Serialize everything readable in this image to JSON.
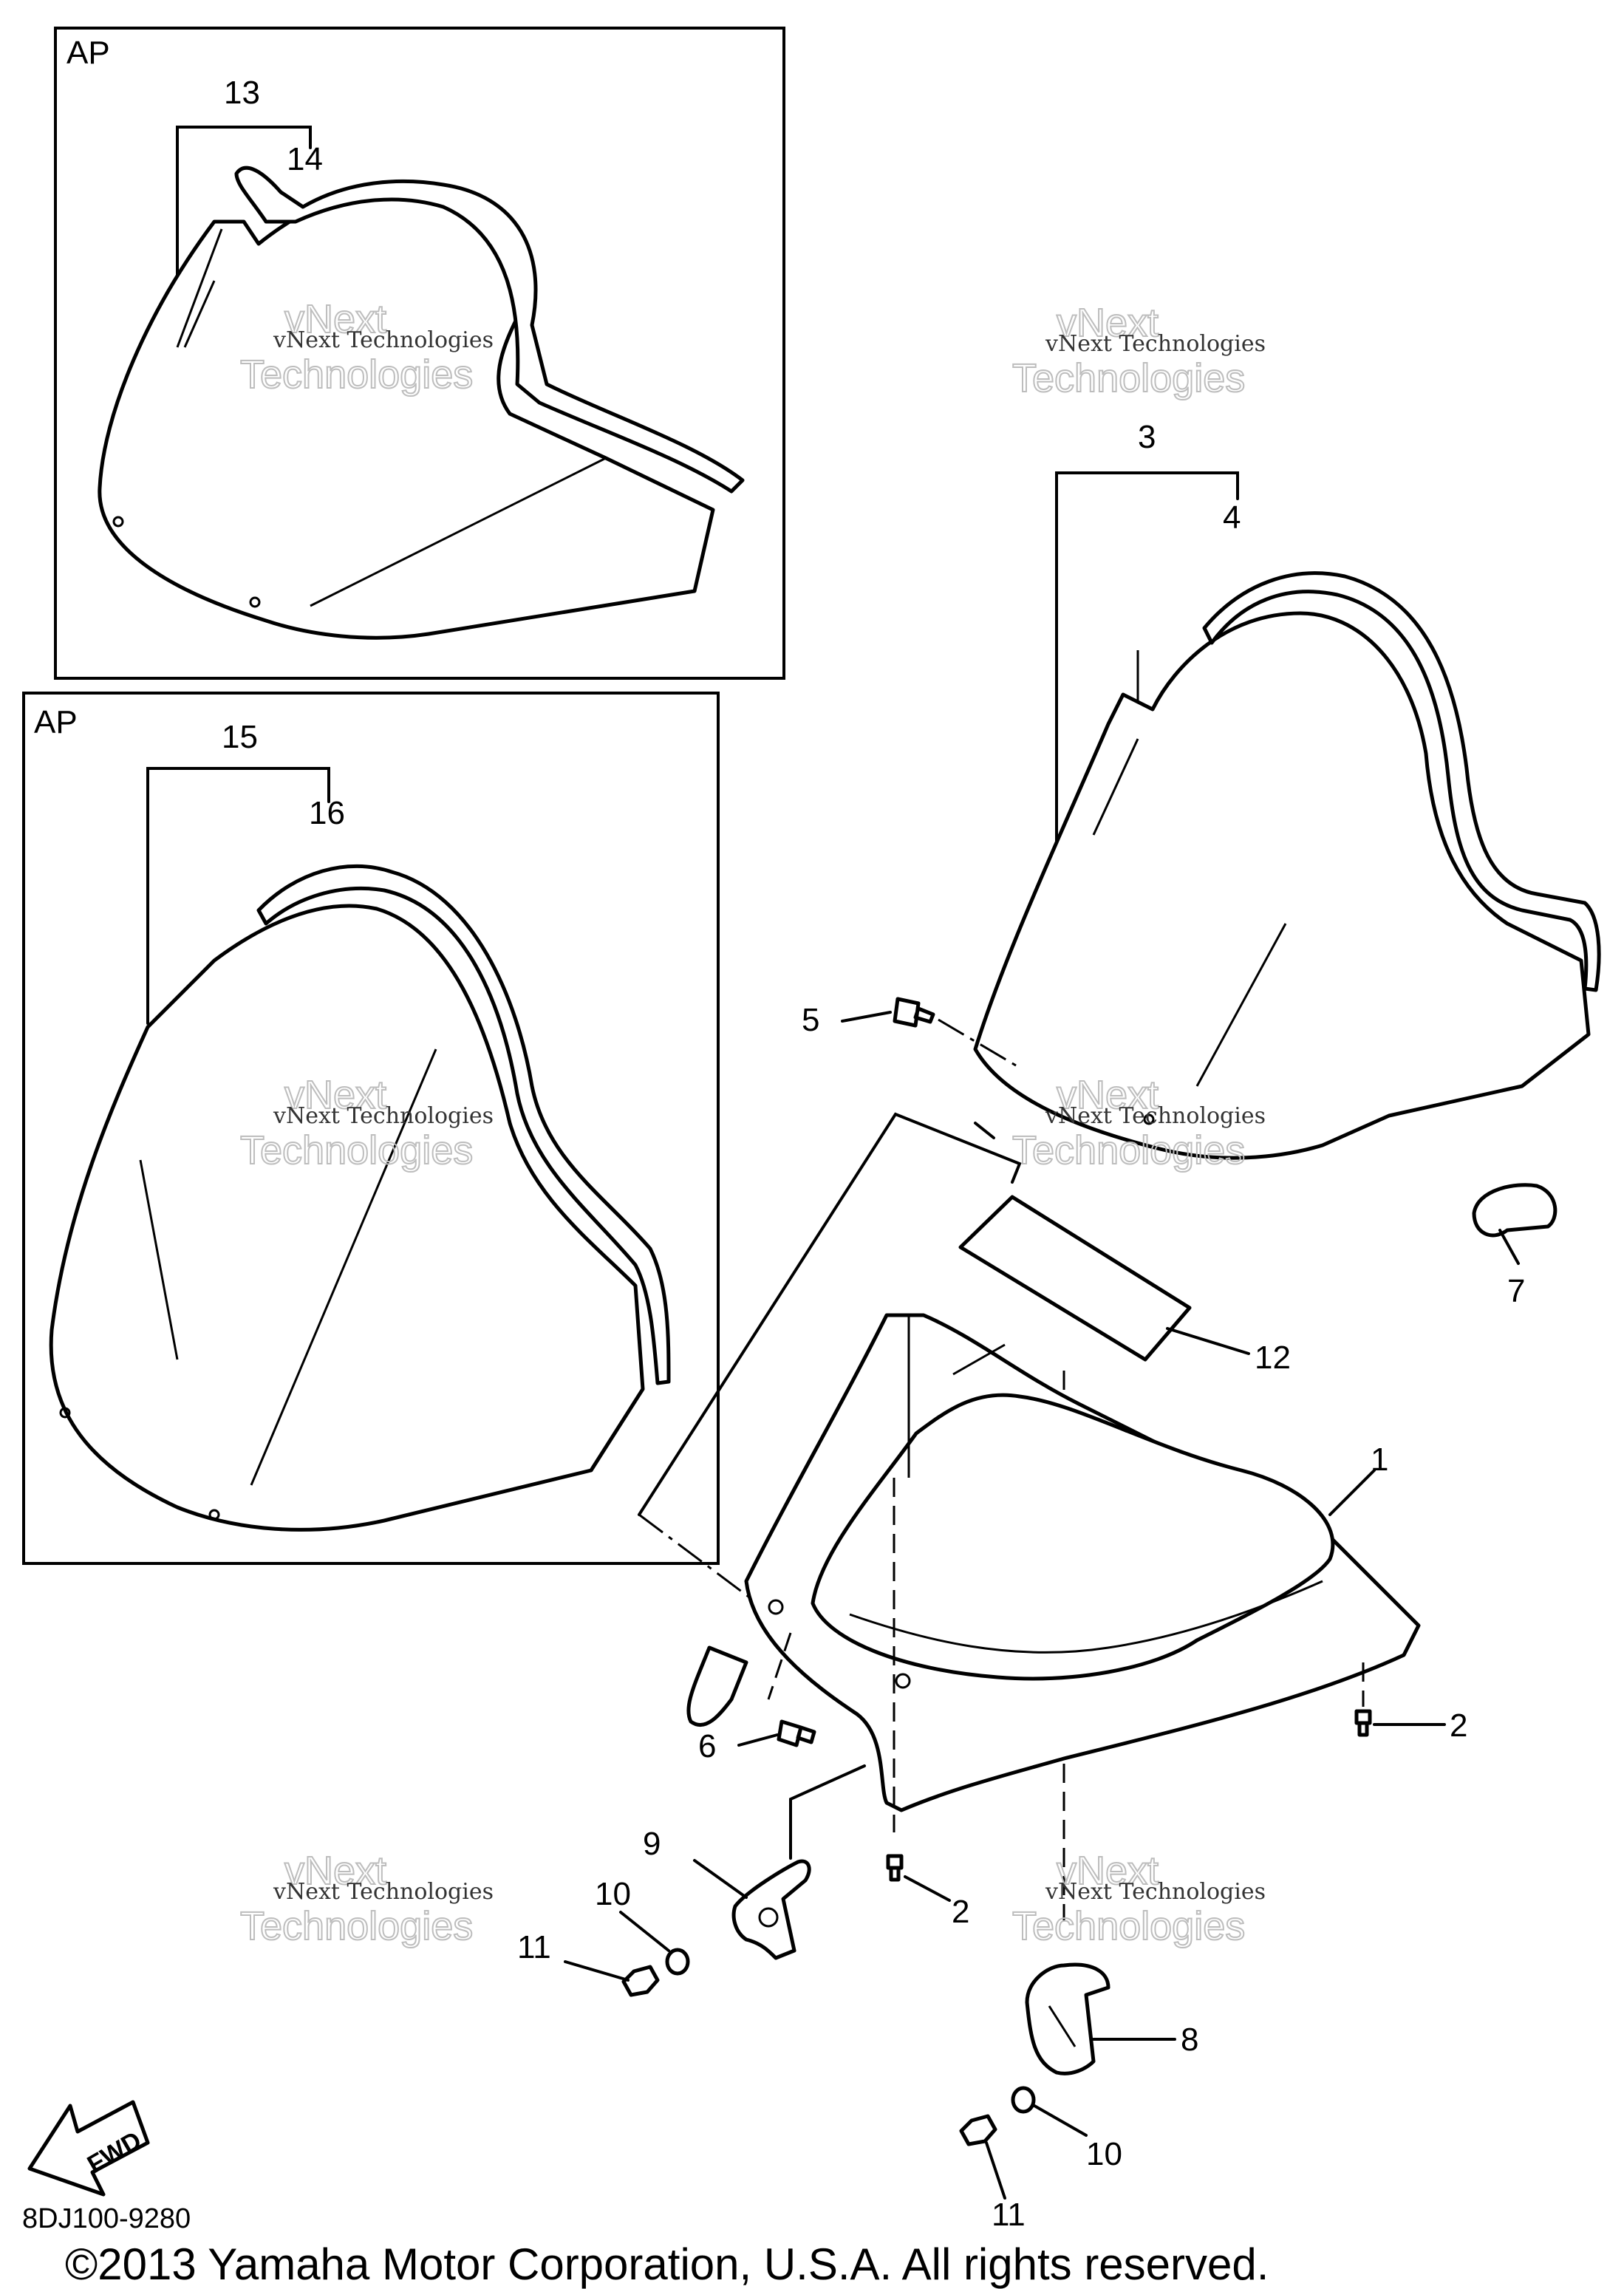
{
  "inset_label": "AP",
  "callouts": {
    "c1": "1",
    "c2": "2",
    "c3": "3",
    "c4": "4",
    "c5": "5",
    "c6": "6",
    "c7": "7",
    "c8": "8",
    "c9": "9",
    "c10": "10",
    "c11": "11",
    "c12": "12",
    "c13": "13",
    "c14": "14",
    "c15": "15",
    "c16": "16"
  },
  "watermark": {
    "line1": "vNext Technologies",
    "line2": "vNext",
    "line3": "Technologies"
  },
  "fwd_label": "FWD",
  "diagram_code": "8DJ100-9280",
  "copyright": "©2013 Yamaha Motor Corporation, U.S.A. All rights reserved."
}
